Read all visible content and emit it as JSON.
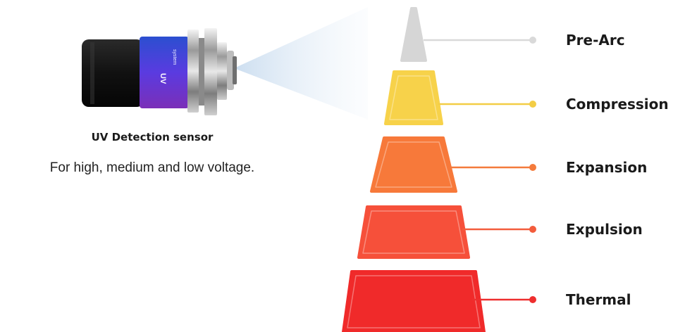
{
  "sensor": {
    "title": "UV Detection sensor",
    "subtitle": "For high, medium and low voltage.",
    "body_text": "UV",
    "brand_text": "system"
  },
  "stages": [
    {
      "label": "Pre-Arc",
      "color": "#d6d6d6",
      "dot": "#d9d9d9"
    },
    {
      "label": "Compression",
      "color": "#f7d24a",
      "dot": "#f3cd45"
    },
    {
      "label": "Expansion",
      "color": "#f7793a",
      "dot": "#f47b3c"
    },
    {
      "label": "Expulsion",
      "color": "#f6503a",
      "dot": "#f35c3c"
    },
    {
      "label": "Thermal",
      "color": "#f02a2a",
      "dot": "#ee2e2e"
    }
  ]
}
